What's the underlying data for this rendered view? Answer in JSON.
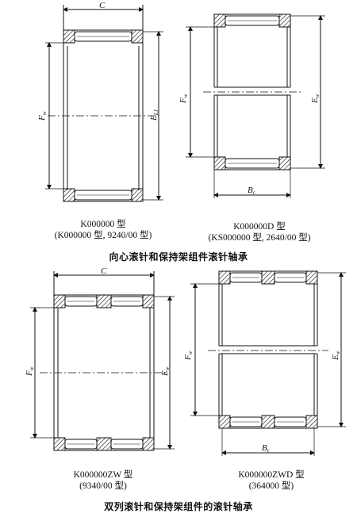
{
  "figures": {
    "fig1": {
      "dim_top": "C",
      "dim_left": "F",
      "dim_left_sub": "w",
      "dim_right": "E",
      "dim_right_sub": "LJ"
    },
    "fig2": {
      "dim_left": "F",
      "dim_left_sub": "w",
      "dim_right": "E",
      "dim_right_sub": "w",
      "dim_bottom": "B",
      "dim_bottom_sub": "c"
    },
    "fig3": {
      "dim_top": "C",
      "dim_left": "F",
      "dim_left_sub": "w",
      "dim_right": "E",
      "dim_right_sub": "w"
    },
    "fig4": {
      "dim_left": "F",
      "dim_left_sub": "w",
      "dim_right": "E",
      "dim_right_sub": "w",
      "dim_bottom": "B",
      "dim_bottom_sub": "c"
    }
  },
  "captions": {
    "fig1_line1": "K000000 型",
    "fig1_line2": "(K000000 型, 9240/00 型)",
    "fig2_line1": "K000000D 型",
    "fig2_line2": "(KS000000 型, 2640/00 型)",
    "fig3_line1": "K000000ZW 型",
    "fig3_line2": "(9340/00 型)",
    "fig4_line1": "K000000ZWD 型",
    "fig4_line2": "(364000 型)"
  },
  "section_titles": {
    "top": "向心滚针和保持架组件滚针轴承",
    "bottom": "双列滚针和保持架组件的滚针轴承"
  }
}
